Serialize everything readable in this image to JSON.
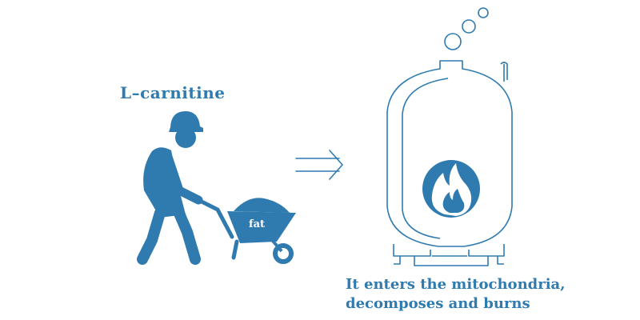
{
  "labels": {
    "carrier": "L–carnitine",
    "cargo": "fat",
    "caption_line1": "It enters the mitochondria,",
    "caption_line2": "decomposes and burns"
  },
  "icons": {
    "worker": "worker-pushing-wheelbarrow-icon",
    "arrow": "double-right-arrow-icon",
    "furnace": "boiler-tank-icon",
    "flame": "flame-icon"
  },
  "colors": {
    "primary": "#2f7bb0",
    "background": "#ffffff"
  }
}
